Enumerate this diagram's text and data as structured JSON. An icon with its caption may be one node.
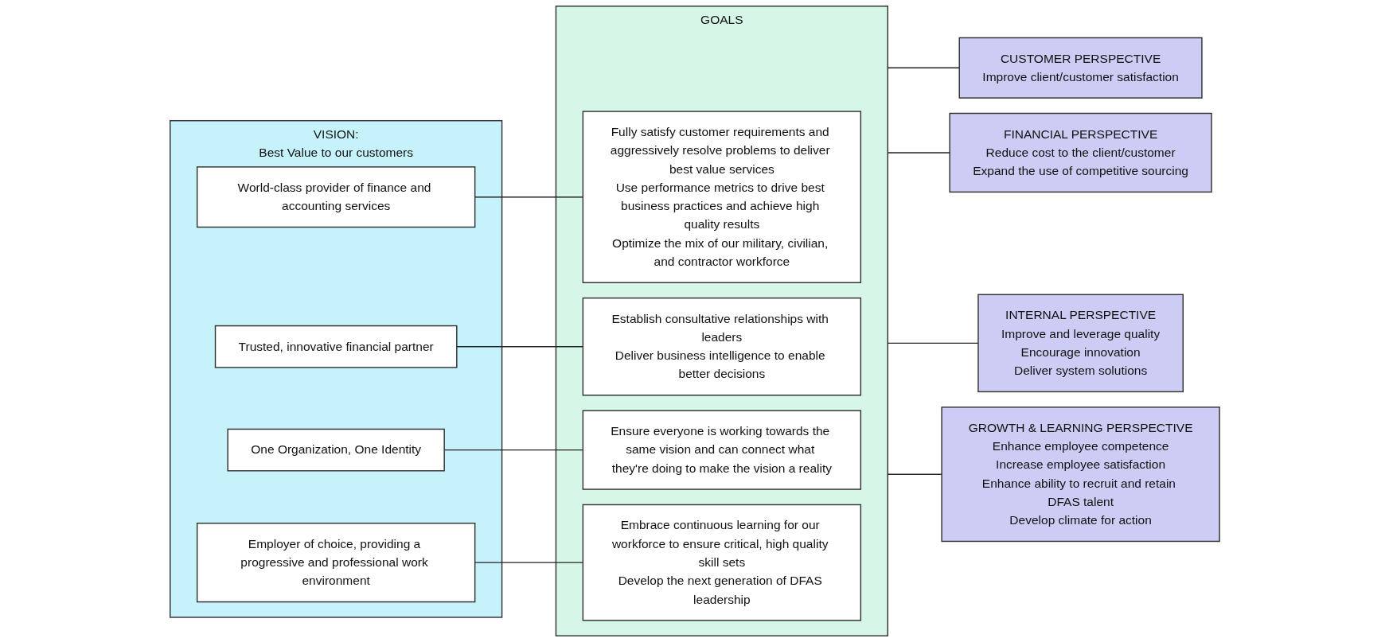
{
  "diagram": {
    "nodes": [
      {
        "text": [
          "VISION:",
          "Best Value to our customers"
        ]
      },
      {
        "text": [
          "World-class provider of finance and accounting services"
        ],
        "in": 0
      },
      {
        "text": [
          "Trusted, innovative financial partner"
        ],
        "in": 0
      },
      {
        "text": [
          "One Organization, One Identity"
        ],
        "in": 0
      },
      {
        "text": [
          "Employer of choice, providing a progressive and professional work environment"
        ],
        "in": 0
      },
      {
        "text": [
          "GOALS"
        ]
      },
      {
        "text": [
          "Fully satisfy customer requirements and aggressively resolve problems to deliver best value services",
          "Use performance metrics to drive best business practices and achieve high quality results",
          "Optimize the mix of our military, civilian, and contractor workforce"
        ],
        "in": 5
      },
      {
        "text": [
          "Establish consultative relationships with leaders",
          "Deliver business intelligence to enable better decisions"
        ],
        "in": 5
      },
      {
        "text": [
          "Ensure everyone is working towards the same vision and can connect what they're doing to make the vision a reality"
        ],
        "in": 5
      },
      {
        "text": [
          "Embrace continuous learning for our workforce to ensure critical, high quality skill sets",
          "Develop the next generation of DFAS leadership"
        ],
        "in": 5
      },
      {
        "text": [
          "CUSTOMER PERSPECTIVE",
          "Improve client/customer satisfaction"
        ]
      },
      {
        "text": [
          "FINANCIAL PERSPECTIVE",
          "Reduce cost to the client/customer",
          "Expand the use of competitive sourcing"
        ]
      },
      {
        "text": [
          "INTERNAL PERSPECTIVE",
          "Improve and leverage quality",
          "Encourage innovation",
          "Deliver system solutions"
        ]
      },
      {
        "text": [
          "GROWTH & LEARNING PERSPECTIVE",
          "Enhance employee competence",
          "Increase employee satisfaction",
          "Enhance ability to recruit and retain DFAS talent",
          "Develop climate for action"
        ]
      }
    ],
    "edges": [
      {
        "from": 1,
        "to": 6,
        "arrow": "none"
      },
      {
        "from": 2,
        "to": 7,
        "arrow": "none"
      },
      {
        "from": 3,
        "to": 8,
        "arrow": "none"
      },
      {
        "from": 4,
        "to": 9,
        "arrow": "none"
      },
      {
        "from": 5,
        "to": 10,
        "arrow": "none"
      },
      {
        "from": 5,
        "to": 11,
        "arrow": "none"
      },
      {
        "from": 5,
        "to": 12,
        "arrow": "none"
      },
      {
        "from": 5,
        "to": 13,
        "arrow": "none"
      }
    ]
  }
}
